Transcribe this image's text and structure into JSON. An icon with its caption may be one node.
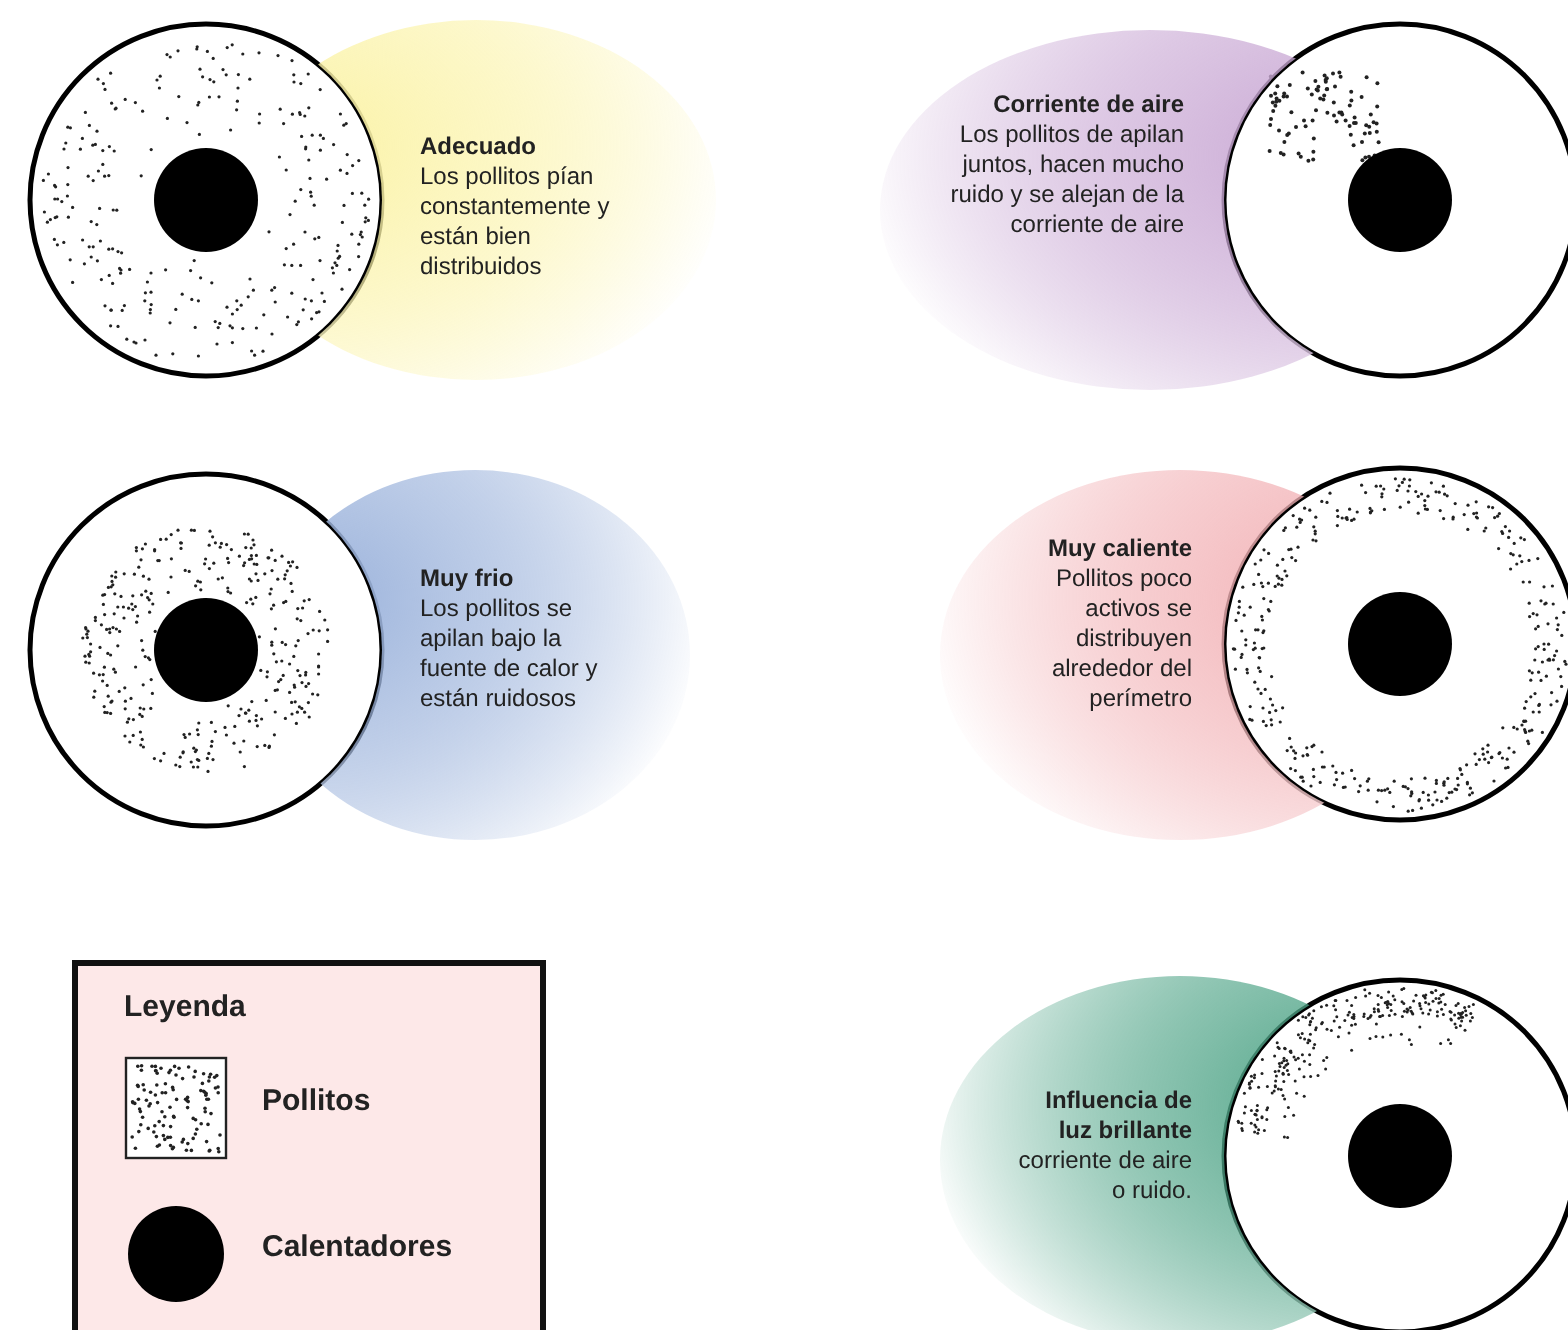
{
  "diagram": {
    "nodes": [
      {
        "text": [
          "Adecuado",
          "Los pollitos pían constantemente y están bien distribuidos"
        ]
      },
      {
        "text": [
          "Corriente de aire",
          "Los pollitos de apilan juntos, hacen mucho ruido y se alejan de la corriente de aire"
        ]
      },
      {
        "text": [
          "Muy frio",
          "Los pollitos se apilan bajo la fuente de calor y están ruidosos"
        ]
      },
      {
        "text": [
          "Muy caliente",
          "Pollitos poco activos se distribuyen alrededor del perímetro"
        ]
      },
      {
        "text": [
          "Influencia de luz brillante",
          "corriente de aire o ruido."
        ]
      }
    ],
    "labels": [
      "Leyenda"
    ],
    "legend": [
      {
        "text": "Pollitos"
      },
      {
        "text": "Calentadores"
      }
    ]
  }
}
